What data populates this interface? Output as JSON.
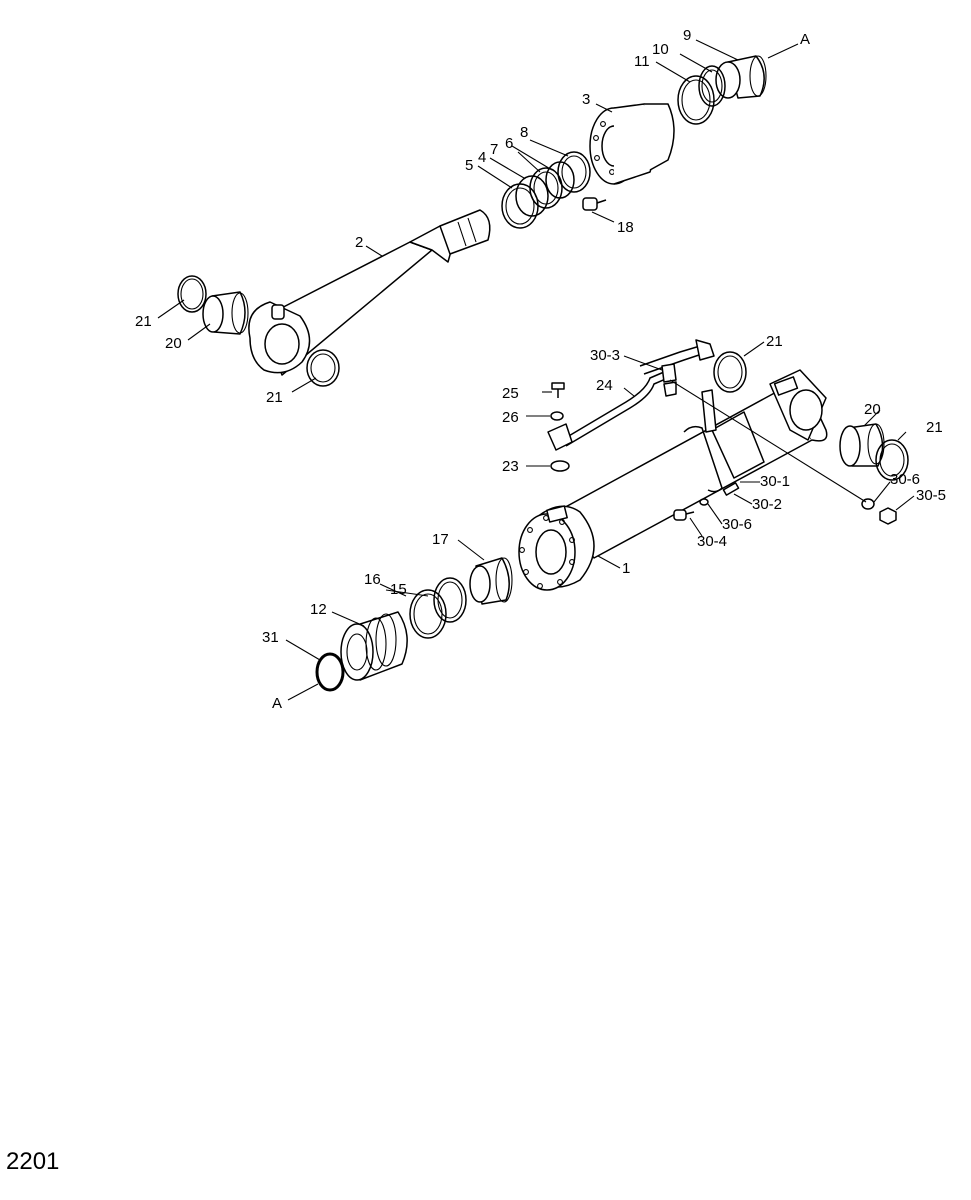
{
  "page_number": "2201",
  "callouts": {
    "c1": "1",
    "c2": "2",
    "c3": "3",
    "c4": "4",
    "c5": "5",
    "c6": "6",
    "c7": "7",
    "c8": "8",
    "c9": "9",
    "c10": "10",
    "c11": "11",
    "c12": "12",
    "c15": "15",
    "c16": "16",
    "c17": "17",
    "c18": "18",
    "c20a": "20",
    "c20b": "20",
    "c21a": "21",
    "c21b": "21",
    "c21c": "21",
    "c21d": "21",
    "c23": "23",
    "c24": "24",
    "c25": "25",
    "c26": "26",
    "c30_1": "30-1",
    "c30_2": "30-2",
    "c30_3": "30-3",
    "c30_4": "30-4",
    "c30_5": "30-5",
    "c30_6a": "30-6",
    "c30_6b": "30-6",
    "c31": "31",
    "refA_top": "A",
    "refA_bottom": "A"
  }
}
